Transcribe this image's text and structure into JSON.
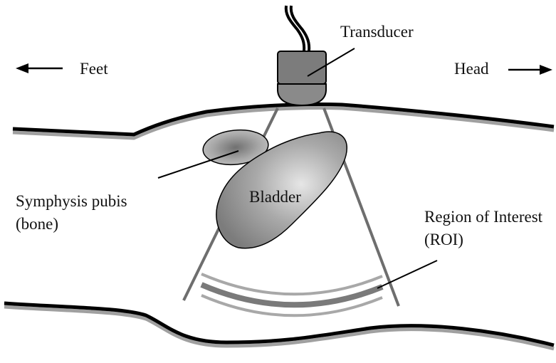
{
  "labels": {
    "transducer": "Transducer",
    "feet": "Feet",
    "head": "Head",
    "bladder": "Bladder",
    "symphysis_line1": "Symphysis pubis",
    "symphysis_line2": "(bone)",
    "roi_line1": "Region of Interest",
    "roi_line2": "(ROI)"
  },
  "colors": {
    "outline": "#000000",
    "skin_shadow": "#9a9a9a",
    "beam": "#6e6e6e",
    "roi_inner": "#7a7a7a",
    "roi_outer": "#a8a8a8",
    "bladder_fill": "#8c8c8c",
    "transducer_body": "#7a7a7a"
  }
}
